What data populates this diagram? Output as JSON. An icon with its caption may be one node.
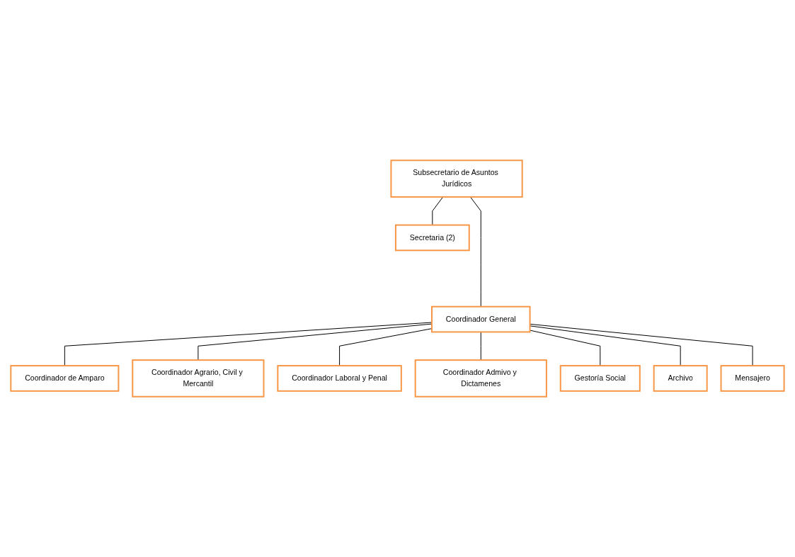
{
  "diagram": {
    "nodes": [
      {
        "text": [
          "Subsecretario de Asuntos Jurídicos"
        ]
      },
      {
        "text": [
          "Secretaria (2)"
        ]
      },
      {
        "text": [
          "Coordinador General"
        ]
      },
      {
        "text": [
          "Coordinador de Amparo"
        ]
      },
      {
        "text": [
          "Coordinador Agrario, Civil y Mercantil"
        ]
      },
      {
        "text": [
          "Coordinador Laboral y Penal"
        ]
      },
      {
        "text": [
          "Coordinador Admivo y Dictamenes"
        ]
      },
      {
        "text": [
          "Gestoría Social"
        ]
      },
      {
        "text": [
          "Archivo"
        ]
      },
      {
        "text": [
          "Mensajero"
        ]
      }
    ],
    "edges": [
      {
        "from": 0,
        "to": 1,
        "arrow": "none"
      },
      {
        "from": 0,
        "to": 2,
        "arrow": "none"
      },
      {
        "from": 2,
        "to": 3,
        "arrow": "none"
      },
      {
        "from": 2,
        "to": 4,
        "arrow": "none"
      },
      {
        "from": 2,
        "to": 5,
        "arrow": "none"
      },
      {
        "from": 2,
        "to": 6,
        "arrow": "none"
      },
      {
        "from": 2,
        "to": 7,
        "arrow": "none"
      },
      {
        "from": 2,
        "to": 8,
        "arrow": "none"
      },
      {
        "from": 2,
        "to": 9,
        "arrow": "none"
      }
    ]
  }
}
